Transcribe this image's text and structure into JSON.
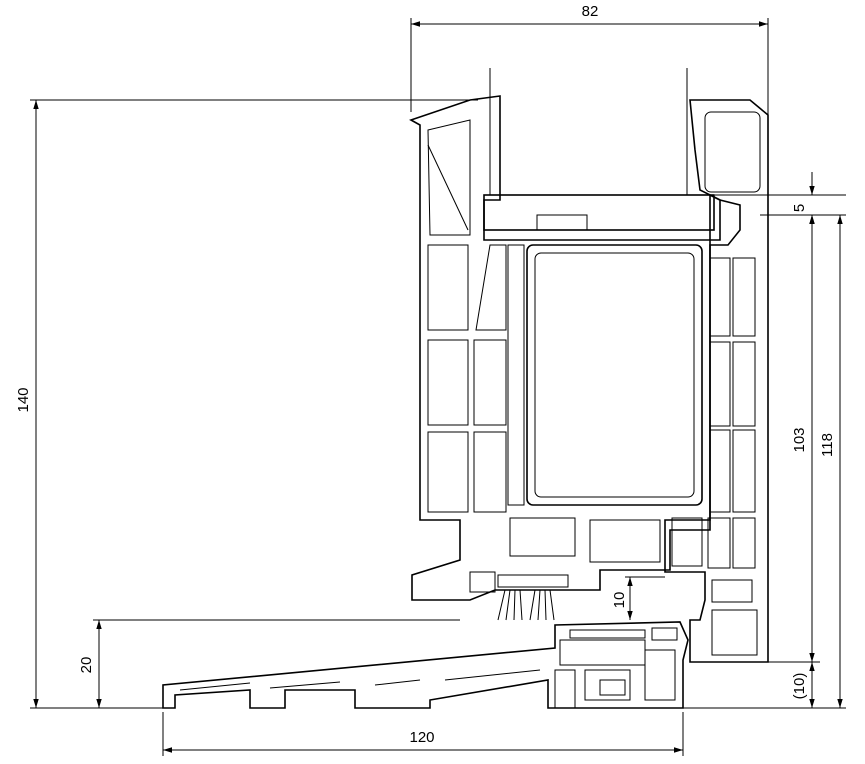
{
  "dimensions": {
    "top_width": "82",
    "overall_height": "140",
    "threshold_height": "20",
    "threshold_width": "120",
    "glazing_offset": "5",
    "frame_height_inner": "103",
    "frame_height_total": "118",
    "gap_clearance": "10",
    "bottom_offset": "(10)"
  },
  "colors": {
    "line": "#000000",
    "background": "#ffffff"
  }
}
